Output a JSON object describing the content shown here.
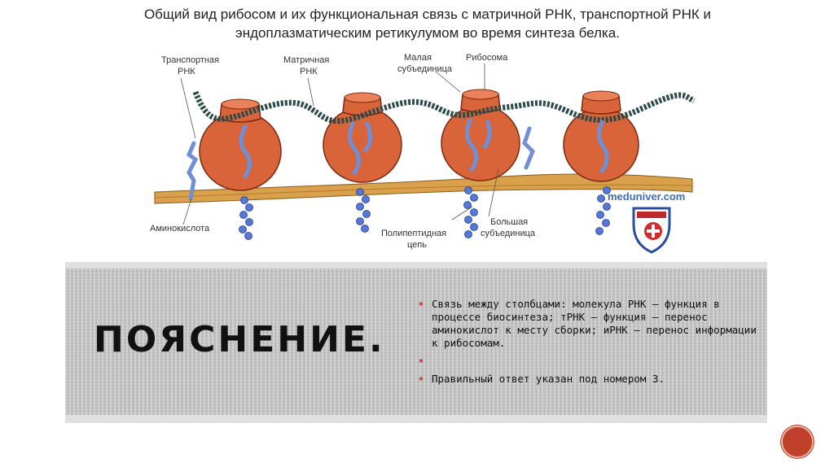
{
  "title_lines": [
    "Общий вид рибосом и их функциональная связь с матричной РНК, транспортной РНК и",
    "эндоплазматическим ретикулумом во время синтеза белка."
  ],
  "figure": {
    "labels": {
      "trna": [
        "Транспортная",
        "РНК"
      ],
      "mrna": [
        "Матричная",
        "РНК"
      ],
      "small_subunit": [
        "Малая",
        "субъединица"
      ],
      "ribosome": "Рибосома",
      "amino_acid": "Аминокислота",
      "polypeptide": [
        "Полипептидная",
        "цепь"
      ],
      "large_subunit": [
        "Большая",
        "субъединица"
      ],
      "watermark": "meduniver.com"
    }
  },
  "section": {
    "heading": "ПОЯСНЕНИЕ.",
    "bullets": [
      "Связь между столбцами: молекула РНК — функция в процессе биосинтеза; тРНК — функция — перенос аминокислот к месту сборки; иРНК — перенос информации к рибосомам.",
      "",
      "Правильный ответ указан под номером 3."
    ]
  },
  "colors": {
    "accent": "#c0504d",
    "ribosome": "#d9643a",
    "membrane": "#d9a14c",
    "rna": "#6f8fd6"
  },
  "nav": {
    "icon": "circle-button-icon"
  }
}
